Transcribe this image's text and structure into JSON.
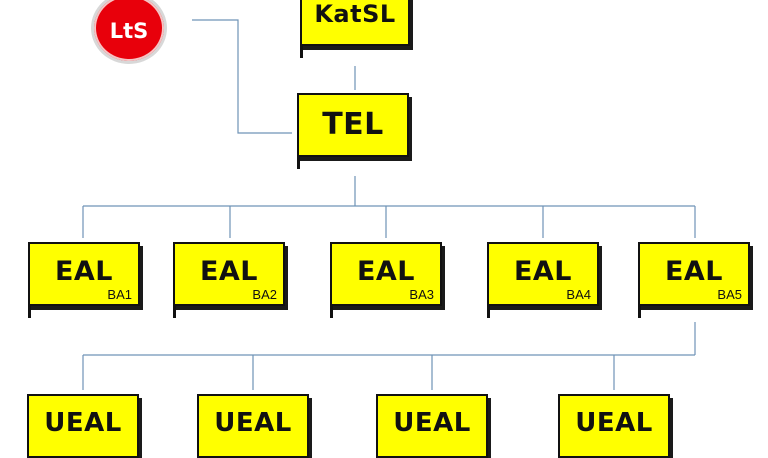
{
  "lts_badge": {
    "label": "LtS"
  },
  "katsl": {
    "label": "KatSL"
  },
  "tel": {
    "label": "TEL"
  },
  "eal_units": [
    {
      "label": "EAL",
      "sub": "BA1"
    },
    {
      "label": "EAL",
      "sub": "BA2"
    },
    {
      "label": "EAL",
      "sub": "BA3"
    },
    {
      "label": "EAL",
      "sub": "BA4"
    },
    {
      "label": "EAL",
      "sub": "BA5"
    }
  ],
  "ueal_units": [
    {
      "label": "UEAL"
    },
    {
      "label": "UEAL"
    },
    {
      "label": "UEAL"
    },
    {
      "label": "UEAL"
    }
  ],
  "colors": {
    "sign_fill": "#ffff00",
    "sign_border": "#111111",
    "connector": "#6f93b6",
    "badge_red": "#e8000b"
  }
}
